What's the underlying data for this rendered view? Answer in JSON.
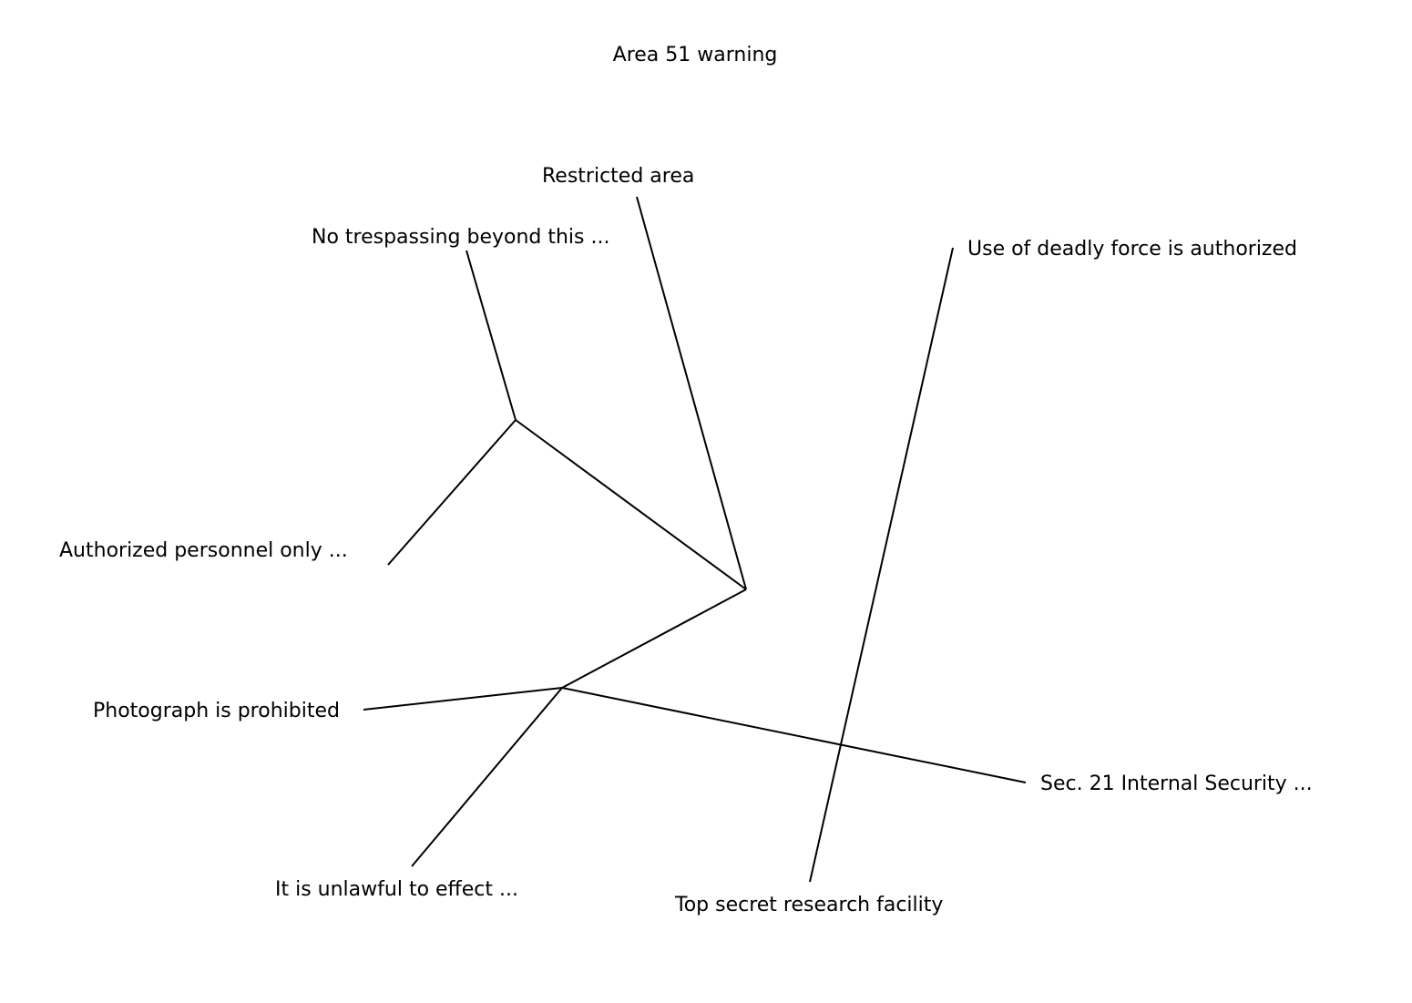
{
  "title": "Area 51 warning",
  "leaves": [
    {
      "id": "restricted",
      "label": "Restricted area"
    },
    {
      "id": "no-trespassing",
      "label": "No trespassing beyond this ..."
    },
    {
      "id": "deadly-force",
      "label": "Use of deadly force is authorized"
    },
    {
      "id": "authorized-personnel",
      "label": "Authorized personnel only ..."
    },
    {
      "id": "photograph",
      "label": "Photograph is prohibited"
    },
    {
      "id": "sec21",
      "label": "Sec. 21 Internal Security ..."
    },
    {
      "id": "unlawful",
      "label": "It is unlawful to effect ..."
    },
    {
      "id": "top-secret",
      "label": "Top secret research facility"
    }
  ],
  "line_color": "#000000",
  "text_color": "#000000",
  "background_color": "#ffffff"
}
